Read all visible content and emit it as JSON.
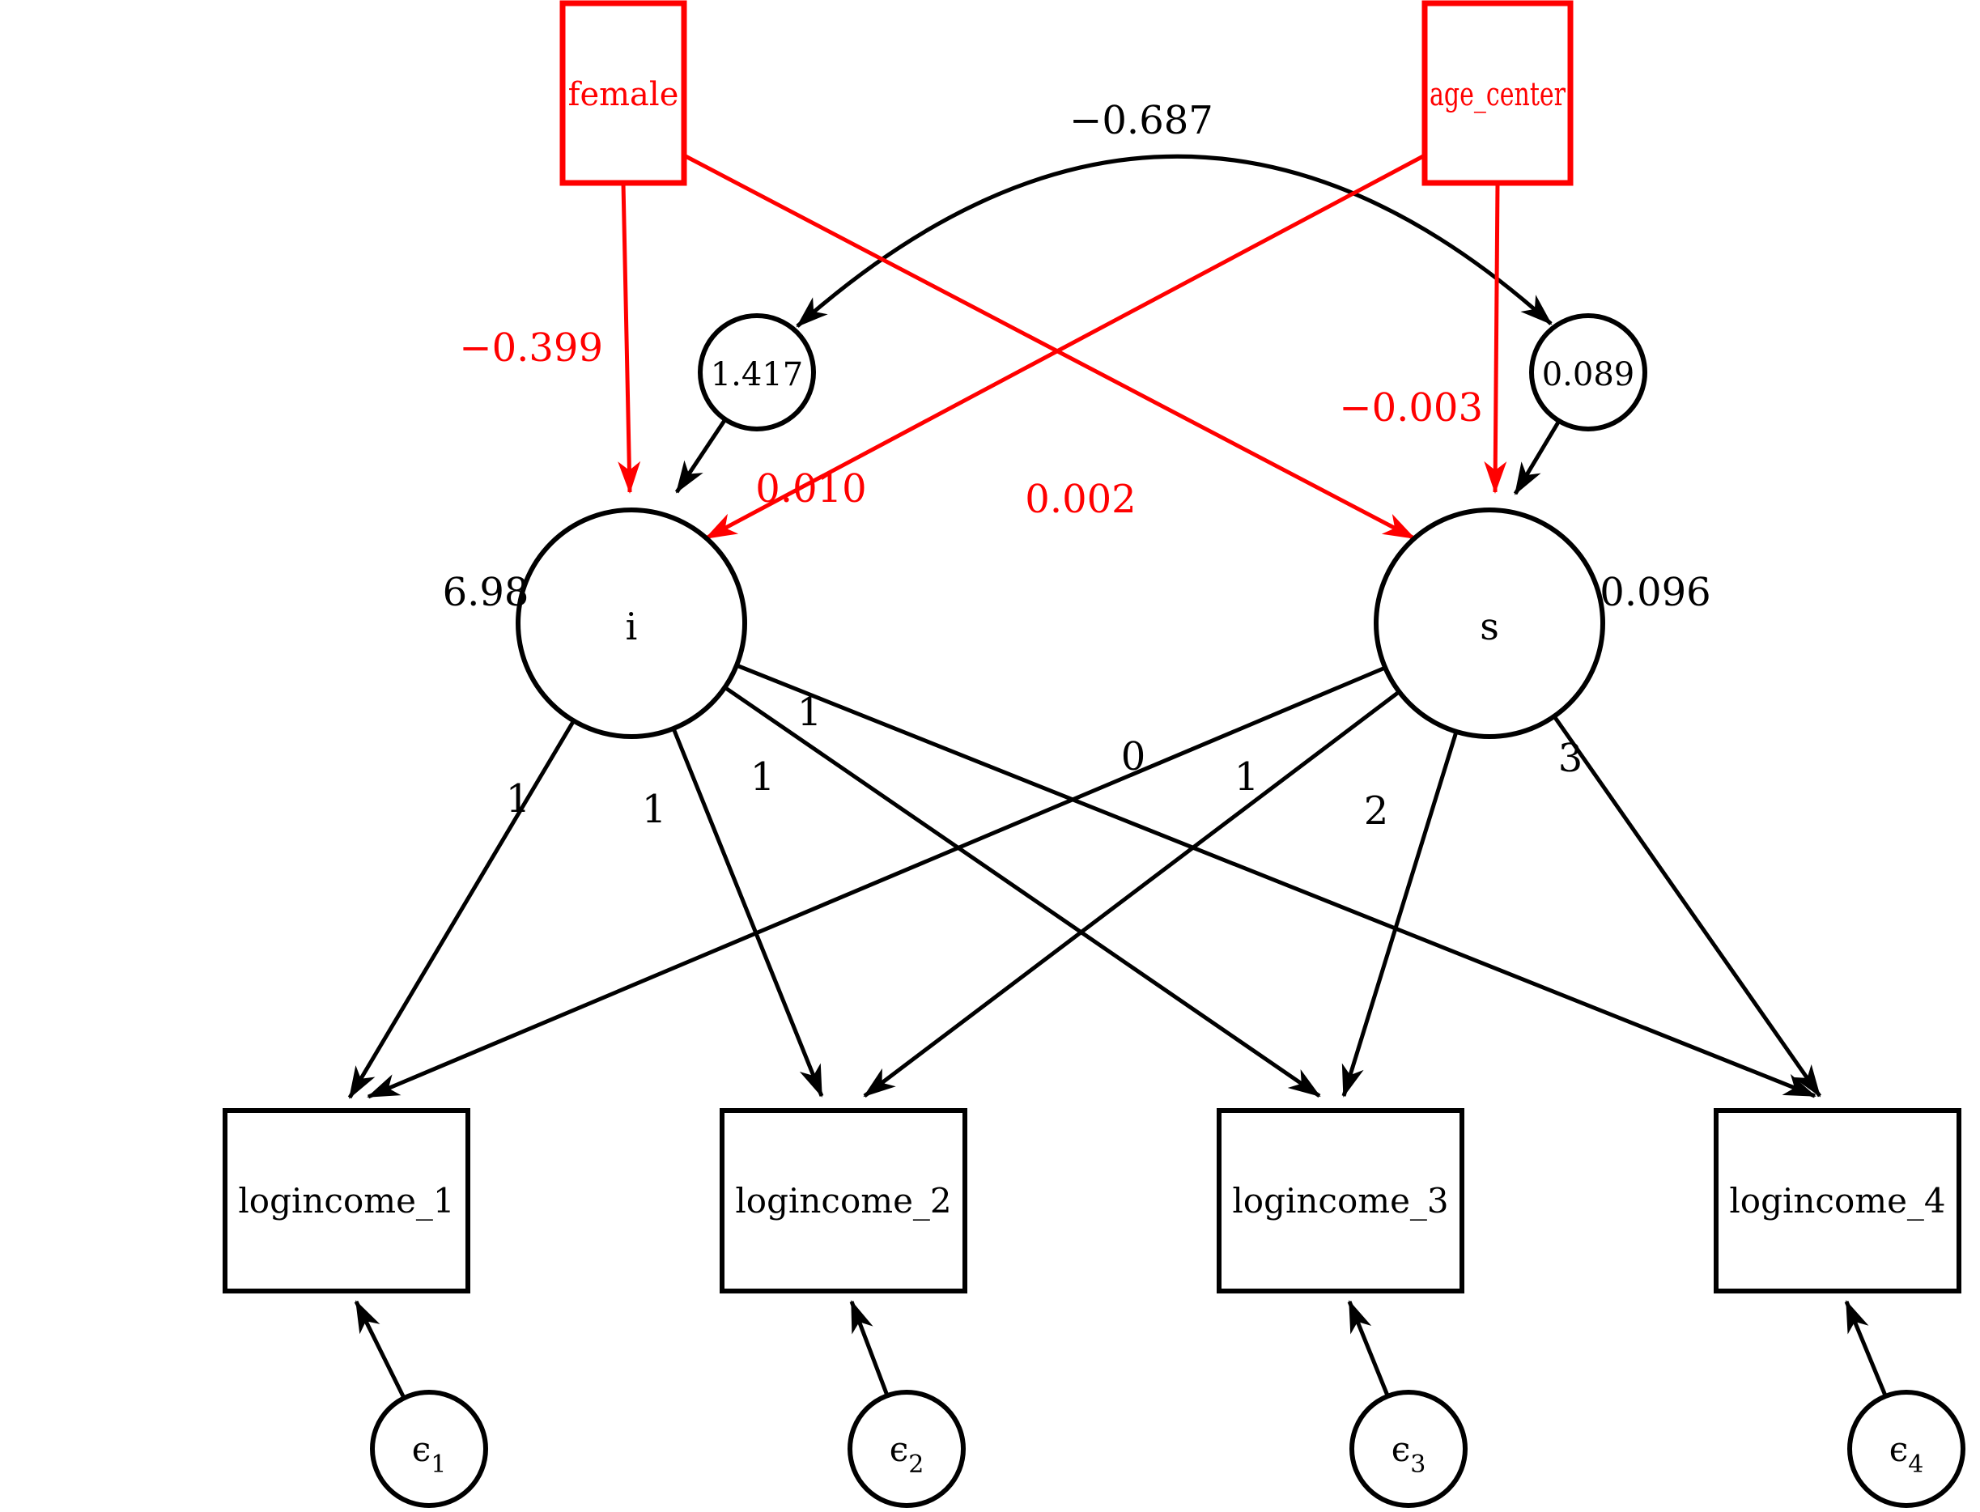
{
  "model": {
    "covariance_label": "−0.687",
    "exogenous": [
      {
        "id": "female",
        "label": "female"
      },
      {
        "id": "age_center",
        "label": "age_center"
      }
    ],
    "latent": [
      {
        "id": "i",
        "label": "i",
        "side_label": "6.98",
        "variance_label": "1.417"
      },
      {
        "id": "s",
        "label": "s",
        "side_label": "0.096",
        "variance_label": "0.089"
      }
    ],
    "regressions": [
      {
        "from": "female",
        "to": "i",
        "label": "−0.399"
      },
      {
        "from": "female",
        "to": "s",
        "label": "0.002"
      },
      {
        "from": "age_center",
        "to": "i",
        "label": "0.010"
      },
      {
        "from": "age_center",
        "to": "s",
        "label": "−0.003"
      }
    ],
    "loadings_i": [
      "1",
      "1",
      "1",
      "1"
    ],
    "loadings_s": [
      "0",
      "1",
      "2",
      "3"
    ],
    "indicators": [
      {
        "label": "logincome_1"
      },
      {
        "label": "logincome_2"
      },
      {
        "label": "logincome_3"
      },
      {
        "label": "logincome_4"
      }
    ],
    "errors": [
      {
        "symbol": "ϵ",
        "sub": "1"
      },
      {
        "symbol": "ϵ",
        "sub": "2"
      },
      {
        "symbol": "ϵ",
        "sub": "3"
      },
      {
        "symbol": "ϵ",
        "sub": "4"
      }
    ],
    "colors": {
      "exogenous_red": "#ff0000",
      "line_black": "#000000"
    }
  }
}
